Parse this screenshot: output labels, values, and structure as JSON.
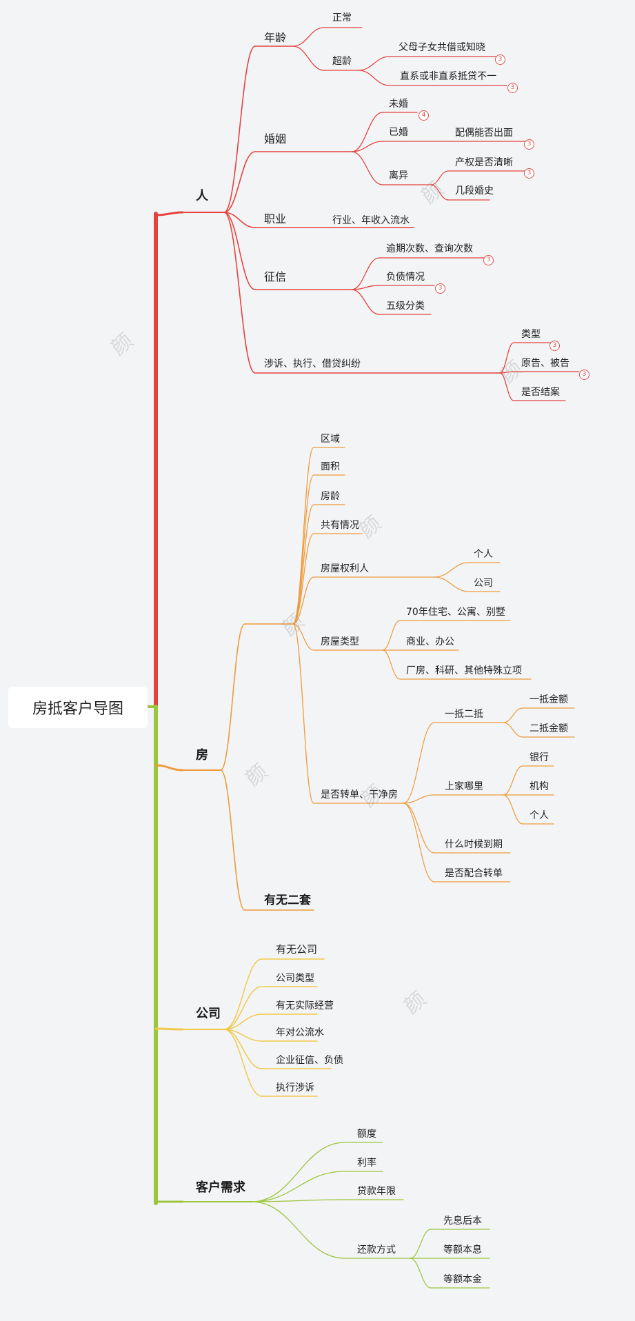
{
  "root": "房抵客户导图",
  "watermark": "颜",
  "colors": {
    "ren": "#e5423f",
    "fang": "#ef9a3a",
    "gongsi": "#f2c94c",
    "xuqiu": "#9bc53d",
    "trunk_top": "#e5423f",
    "trunk_bottom": "#9bc53d"
  },
  "branches": {
    "ren": {
      "label": "人",
      "nianling": {
        "label": "年龄",
        "zhengchang": "正常",
        "chaoling": {
          "label": "超龄",
          "a": "父母子女共借或知晓",
          "a_badge": "3",
          "b": "直系或非直系抵贷不一",
          "b_badge": "3"
        }
      },
      "hunyin": {
        "label": "婚姻",
        "weihun": "未婚",
        "weihun_badge": "4",
        "yihun": {
          "label": "已婚",
          "a": "配偶能否出面",
          "a_badge": "3"
        },
        "liyi": {
          "label": "离异",
          "a": "产权是否清晰",
          "a_badge": "3",
          "b": "几段婚史"
        }
      },
      "zhiye": {
        "label": "职业",
        "a": "行业、年收入流水"
      },
      "zhengxin": {
        "label": "征信",
        "a": "逾期次数、查询次数",
        "a_badge": "3",
        "b": "负债情况",
        "b_badge": "3",
        "c": "五级分类"
      },
      "shesu": {
        "label": "涉诉、执行、借贷纠纷",
        "a": "类型",
        "a_badge": "3",
        "b": "原告、被告",
        "b_badge": "3",
        "c": "是否结案"
      }
    },
    "fang": {
      "label": "房",
      "quyu": "区域",
      "mianji": "面积",
      "fangling": "房龄",
      "gongyou": "共有情况",
      "quanliren": {
        "label": "房屋权利人",
        "a": "个人",
        "b": "公司"
      },
      "leixing": {
        "label": "房屋类型",
        "a": "70年住宅、公寓、别墅",
        "b": "商业、办公",
        "c": "厂房、科研、其他特殊立项"
      },
      "zhuandan": {
        "label": "是否转单、干净房",
        "yidi": {
          "label": "一抵二抵",
          "a": "一抵金额",
          "b": "二抵金额"
        },
        "shangjia": {
          "label": "上家哪里",
          "a": "银行",
          "b": "机构",
          "c": "个人"
        },
        "daoqi": "什么时候到期",
        "peihe": "是否配合转单"
      },
      "ertao": "有无二套"
    },
    "gongsi": {
      "label": "公司",
      "items": [
        "有无公司",
        "公司类型",
        "有无实际经营",
        "年对公流水",
        "企业征信、负债",
        "执行涉诉"
      ]
    },
    "xuqiu": {
      "label": "客户需求",
      "edu": "额度",
      "lilv": "利率",
      "nianxian": "贷款年限",
      "huankuan": {
        "label": "还款方式",
        "a": "先息后本",
        "b": "等额本息",
        "c": "等额本金"
      }
    }
  }
}
